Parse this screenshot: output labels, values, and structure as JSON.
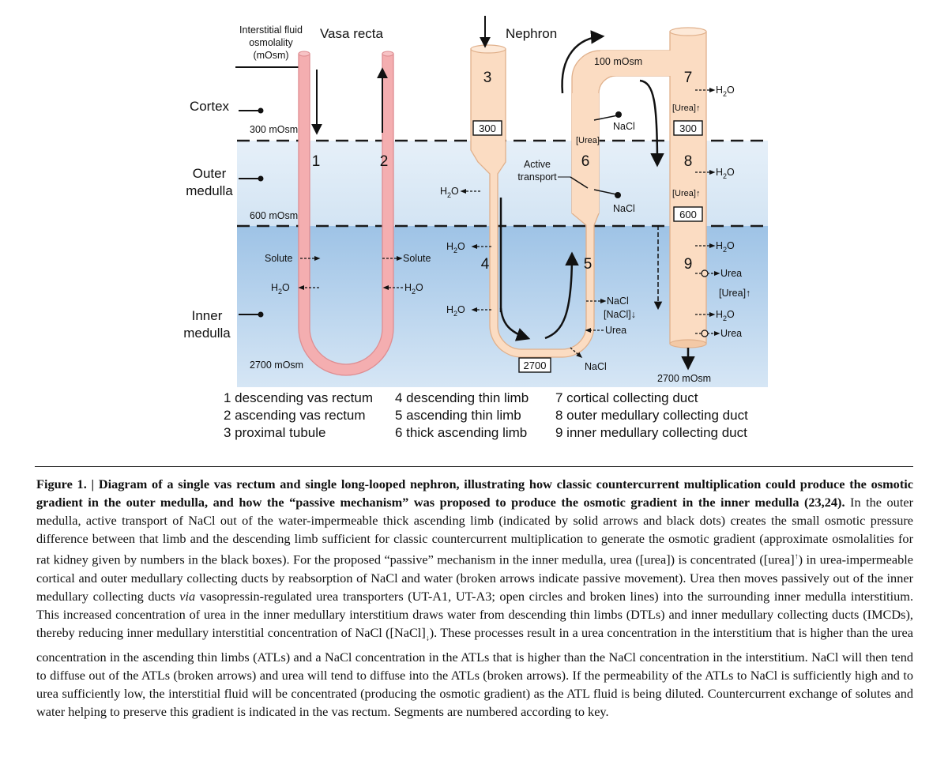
{
  "diagram": {
    "interstitial_label_1": "Interstitial fluid",
    "interstitial_label_2": "osmolality",
    "interstitial_label_3": "(mOsm)",
    "vasa_recta_title": "Vasa recta",
    "nephron_title": "Nephron",
    "zones": {
      "cortex": "Cortex",
      "outer_1": "Outer",
      "outer_2": "medulla",
      "inner_1": "Inner",
      "inner_2": "medulla"
    },
    "osm": {
      "cortex": "300 mOsm",
      "outer": "600 mOsm",
      "inner": "2700 mOsm",
      "top": "100 mOsm",
      "bottom": "2700 mOsm"
    },
    "boxes": {
      "b300a": "300",
      "b300b": "300",
      "b600": "600",
      "b2700": "2700"
    },
    "segment_numbers": [
      "1",
      "2",
      "3",
      "4",
      "5",
      "6",
      "7",
      "8",
      "9"
    ],
    "solute": "Solute",
    "h2o_h": "H",
    "h2o_2": "2",
    "h2o_o": "O",
    "nacl": "NaCl",
    "urea": "Urea",
    "urea_bracket": "[Urea]",
    "urea_up": "[Urea]↑",
    "nacl_down": "[NaCl]↓",
    "active_transport_1": "Active",
    "active_transport_2": "transport",
    "colors": {
      "vas": "#f4aeb0",
      "vas_stroke": "#e08c90",
      "tubule": "#fbdcc2",
      "tubule_stroke": "#e3b592",
      "outer_band": "#dcebf6",
      "inner_band": "#a9cbe8"
    }
  },
  "key": {
    "col1": [
      "1 descending vas rectum",
      "2 ascending vas rectum",
      "3 proximal tubule"
    ],
    "col2": [
      "4 descending thin limb",
      "5 ascending thin limb",
      "6 thick ascending limb"
    ],
    "col3": [
      "7 cortical collecting duct",
      "8 outer medullary collecting duct",
      "9 inner medullary collecting duct"
    ]
  },
  "caption": {
    "bold": "Figure 1. | Diagram of a single vas rectum and single long-looped nephron, illustrating how classic countercurrent multiplication could produce the osmotic gradient in the outer medulla, and how the “passive mechanism” was proposed to produce the osmotic gradient in the inner medulla (23,24).",
    "p1": " In the outer medulla, active transport of NaCl out of the water-impermeable thick ascending limb (indicated by solid arrows and black dots) creates the small osmotic pressure difference between that limb and the descending limb sufficient for classic countercurrent multiplication to generate the osmotic gradient (approximate osmolalities for rat kidney given by numbers in the black boxes). For the proposed “passive” mechanism in the inner medulla, urea ([urea]) is concentrated ([urea]",
    "sup1": "↑",
    "p2": ") in urea-impermeable cortical and outer medullary collecting ducts by reabsorption of NaCl and water (broken arrows indicate passive movement). Urea then moves passively out of the inner medullary collecting ducts ",
    "via": "via",
    "p3": " vasopressin-regulated urea transporters (UT-A1, UT-A3; open circles and broken lines) into the surrounding inner medulla interstitium. This increased concentration of urea in the inner medullary interstitium draws water from descending thin limbs (DTLs) and inner medullary collecting ducts (IMCDs), thereby reducing inner medullary interstitial concentration of NaCl ([NaCl]",
    "sub1": "↓",
    "p4": "). These processes result in a urea concentration in the interstitium that is higher than the urea concentration in the ascending thin limbs (ATLs) and a NaCl concentration in the ATLs that is higher than the NaCl concentration in the interstitium. NaCl will then tend to diffuse out of the ATLs (broken arrows) and urea will tend to diffuse into the ATLs (broken arrows). If the permeability of the ATLs to NaCl is sufficiently high and to urea sufficiently low, the interstitial fluid will be concentrated (producing the osmotic gradient) as the ATL fluid is being diluted. Countercurrent exchange of solutes and water helping to preserve this gradient is indicated in the vas rectum. Segments are numbered according to key."
  }
}
